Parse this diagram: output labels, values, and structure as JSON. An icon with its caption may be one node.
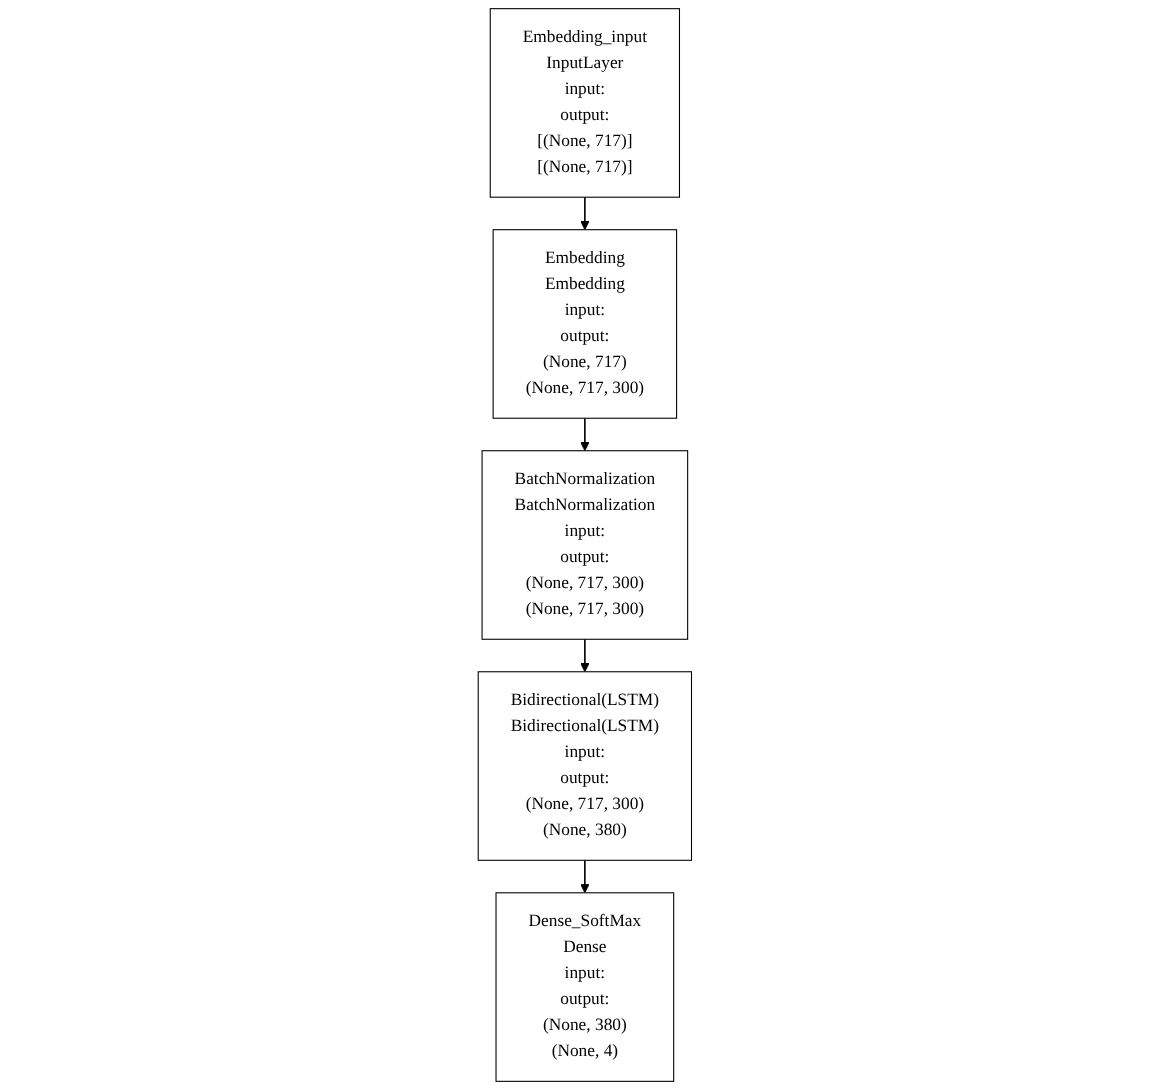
{
  "diagram": {
    "nodes": [
      {
        "text": [
          "Embedding_input",
          "InputLayer",
          "input:",
          "output:",
          "[(None, 717)]",
          "[(None, 717)]"
        ]
      },
      {
        "text": [
          "Embedding",
          "Embedding",
          "input:",
          "output:",
          "(None, 717)",
          "(None, 717, 300)"
        ]
      },
      {
        "text": [
          "BatchNormalization",
          "BatchNormalization",
          "input:",
          "output:",
          "(None, 717, 300)",
          "(None, 717, 300)"
        ]
      },
      {
        "text": [
          "Bidirectional(LSTM)",
          "Bidirectional(LSTM)",
          "input:",
          "output:",
          "(None, 717, 300)",
          "(None, 380)"
        ]
      },
      {
        "text": [
          "Dense_SoftMax",
          "Dense",
          "input:",
          "output:",
          "(None, 380)",
          "(None, 4)"
        ]
      }
    ],
    "edges": [
      {
        "from": 0,
        "to": 1,
        "arrow": "to"
      },
      {
        "from": 1,
        "to": 2,
        "arrow": "to"
      },
      {
        "from": 2,
        "to": 3,
        "arrow": "to"
      },
      {
        "from": 3,
        "to": 4,
        "arrow": "to"
      }
    ]
  }
}
